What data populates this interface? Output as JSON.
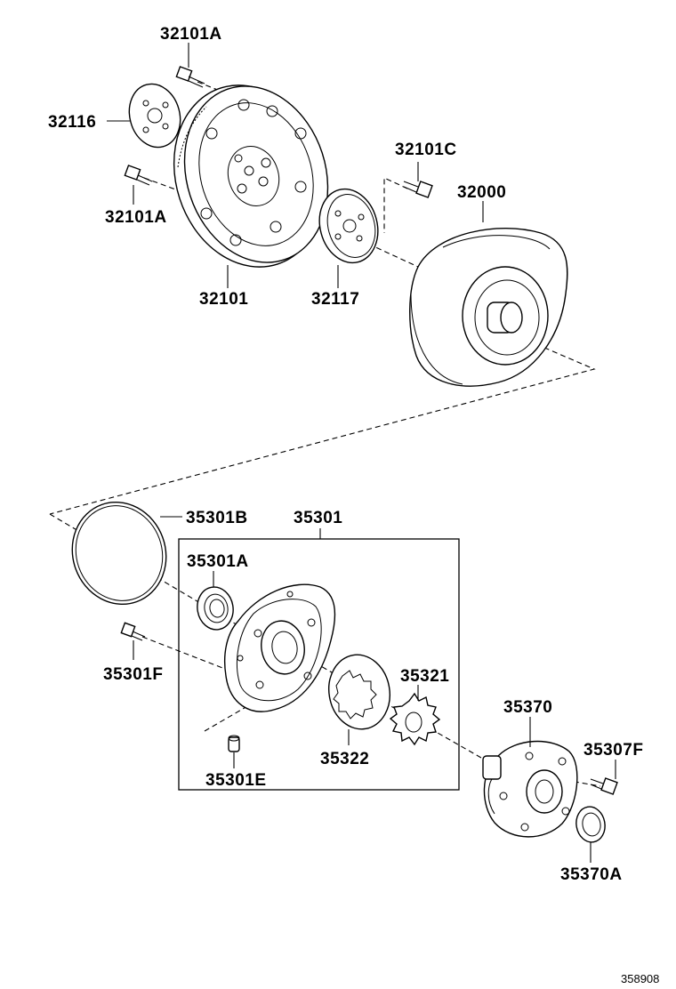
{
  "labels": {
    "p32101A_top": "32101A",
    "p32116": "32116",
    "p32101A_bottom": "32101A",
    "p32101": "32101",
    "p32101C": "32101C",
    "p32117": "32117",
    "p32000": "32000",
    "p35301B": "35301B",
    "p35301": "35301",
    "p35301A": "35301A",
    "p35301F": "35301F",
    "p35321": "35321",
    "p35322": "35322",
    "p35301E": "35301E",
    "p35370": "35370",
    "p35307F": "35307F",
    "p35370A": "35370A"
  },
  "diagram_ref": "358908"
}
